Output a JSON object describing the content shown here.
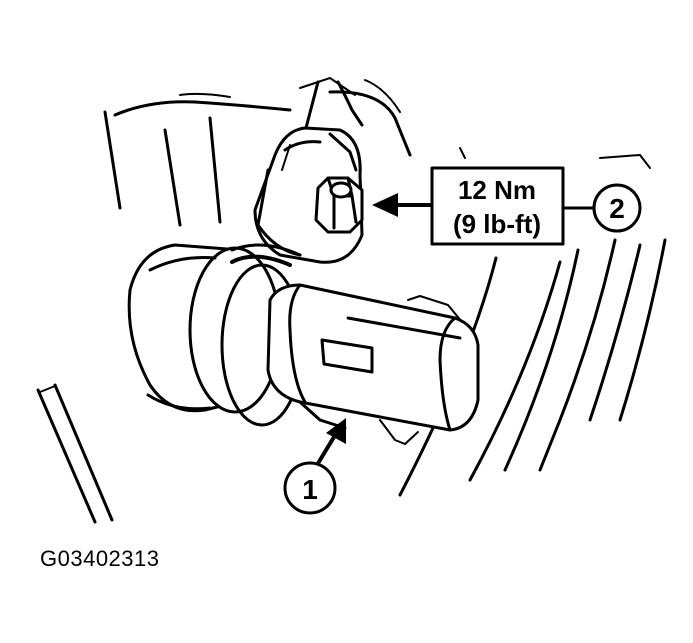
{
  "callouts": {
    "item_1": "1",
    "item_2": "2"
  },
  "torque": {
    "line1": "12 Nm",
    "line2": "(9 lb-ft)"
  },
  "figure_code": "G03402313"
}
